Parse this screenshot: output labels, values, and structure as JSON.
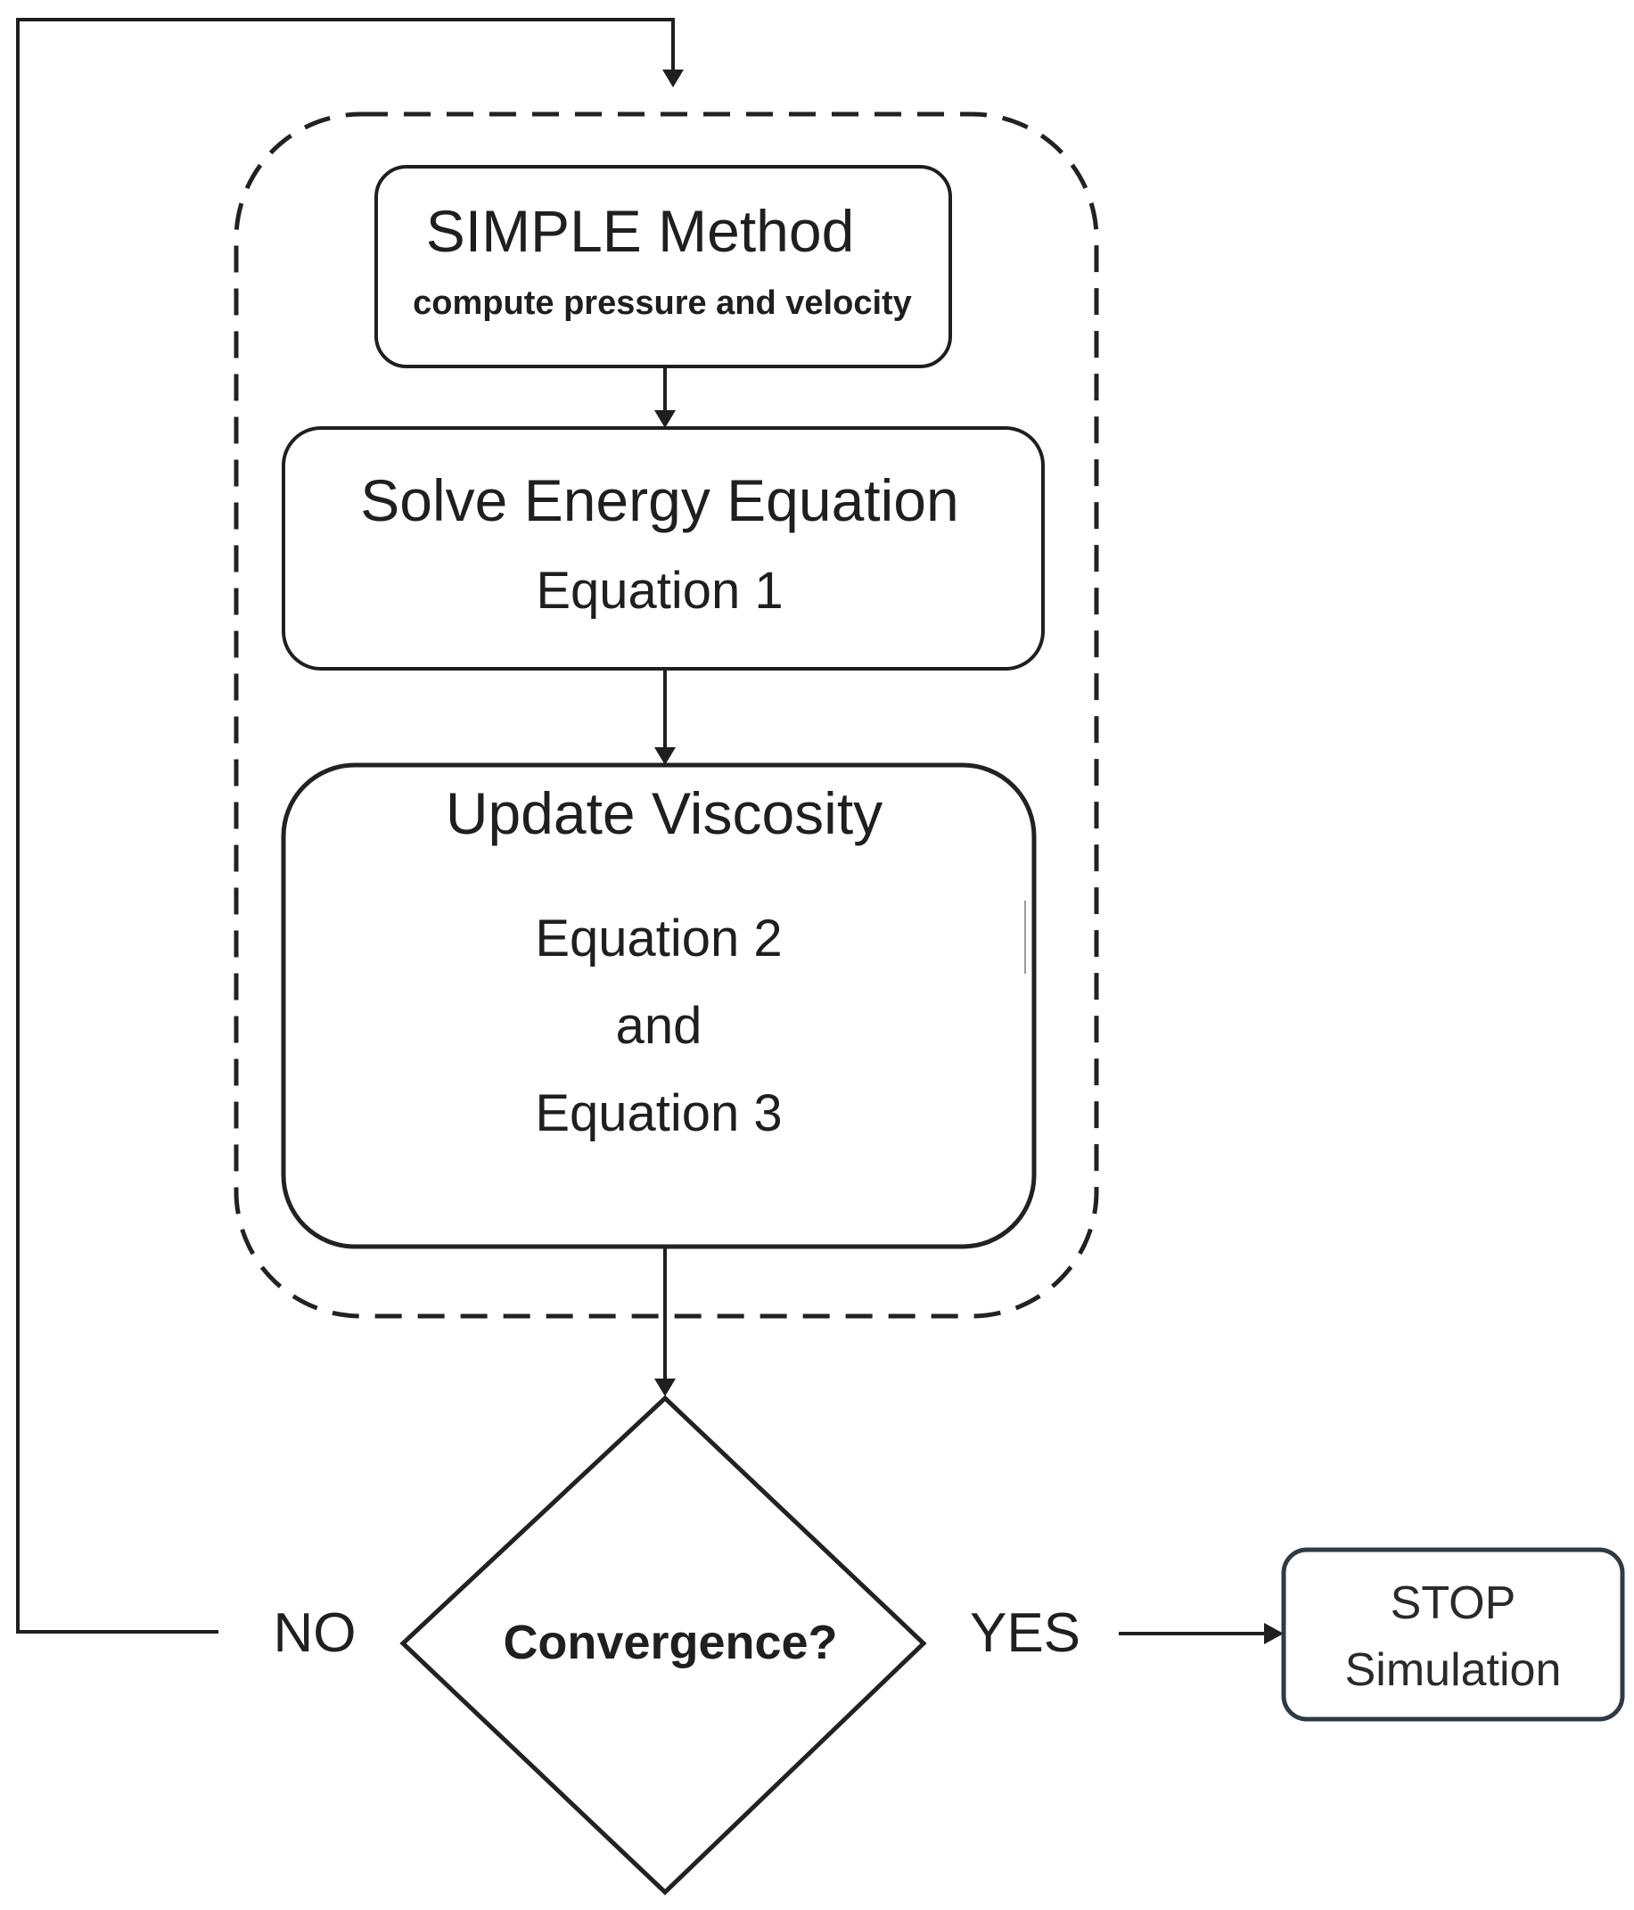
{
  "diagram": {
    "simple_box": {
      "title": "SIMPLE Method",
      "subtitle": "compute pressure and velocity"
    },
    "energy_box": {
      "title": "Solve Energy Equation",
      "subtitle": "Equation 1"
    },
    "viscosity_box": {
      "title": "Update Viscosity",
      "line1": "Equation 2",
      "line2": "and",
      "line3": "Equation 3"
    },
    "decision": {
      "label": "Convergence?",
      "no_label": "NO",
      "yes_label": "YES"
    },
    "stop_box": {
      "line1": "STOP",
      "line2": "Simulation"
    }
  }
}
